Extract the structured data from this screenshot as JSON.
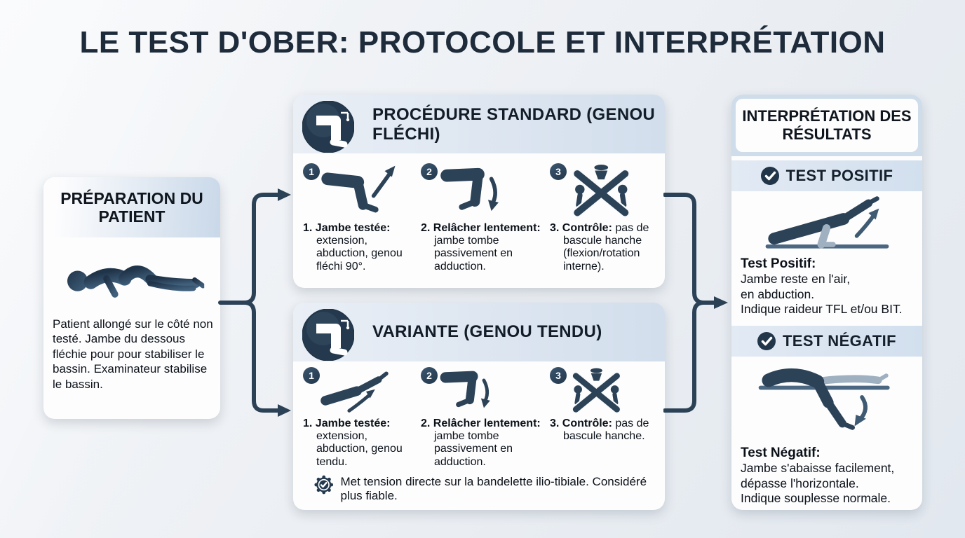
{
  "title": "LE TEST D'OBER: PROTOCOLE ET INTERPRÉTATION",
  "colors": {
    "ink": "#1e2b3b",
    "slate": "#2c4257",
    "band": "#d2deec",
    "panel": "#fdfdfe"
  },
  "preparation": {
    "title": "PRÉPARATION DU PATIENT",
    "icon": "patient-lying-side-icon",
    "description": "Patient allongé sur le côté non testé. Jambe du dessous fléchie pour pour stabiliser le bassin. Examinateur stabilise le bassin."
  },
  "standard": {
    "title": "PROCÉDURE STANDARD (GENOU FLÉCHI)",
    "icon": "flexed-knee-circle-icon",
    "steps": [
      {
        "number": "1",
        "icon": "leg-flexed-raise-icon",
        "label": "1. Jambe testée:",
        "text": "extension, abduction, genou fléchi 90°."
      },
      {
        "number": "2",
        "icon": "leg-drop-icon",
        "label": "2. Relâcher lentement:",
        "text": "jambe tombe passivement en adduction."
      },
      {
        "number": "3",
        "icon": "pelvis-crossed-icon",
        "label": "3. Contrôle:",
        "text": "pas de bascule hanche (flexion/rotation interne)."
      }
    ]
  },
  "variant": {
    "title": "VARIANTE (GENOU TENDU)",
    "icon": "straight-knee-circle-icon",
    "steps": [
      {
        "number": "1",
        "icon": "leg-straight-raise-icon",
        "label": "1. Jambe testée:",
        "text": "extension, abduction, genou tendu."
      },
      {
        "number": "2",
        "icon": "leg-drop-icon",
        "label": "2. Relâcher lentement:",
        "text": "jambe tombe passivement en adduction."
      },
      {
        "number": "3",
        "icon": "pelvis-crossed-icon",
        "label": "3. Contrôle:",
        "text": "pas de bascule hanche."
      }
    ],
    "note": {
      "icon": "verified-seal-icon",
      "text": "Met tension directe sur la bandelette ilio-tibiale. Considéré plus fiable."
    }
  },
  "interpretation": {
    "title": "INTERPRÉTATION DES RÉSULTATS",
    "positive": {
      "band_label": "TEST POSITIF",
      "band_icon": "check-circle-icon",
      "result_icon": "leg-stays-up-icon",
      "label": "Test Positif:",
      "lines": [
        "Jambe reste en l'air,",
        "en abduction.",
        "Indique raideur TFL et/ou BIT."
      ]
    },
    "negative": {
      "band_label": "TEST NÉGATIF",
      "band_icon": "check-circle-icon",
      "result_icon": "leg-drops-below-icon",
      "label": "Test Négatif:",
      "lines": [
        "Jambe s'abaisse facilement,",
        "dépasse l'horizontale.",
        "Indique souplesse normale."
      ]
    }
  }
}
